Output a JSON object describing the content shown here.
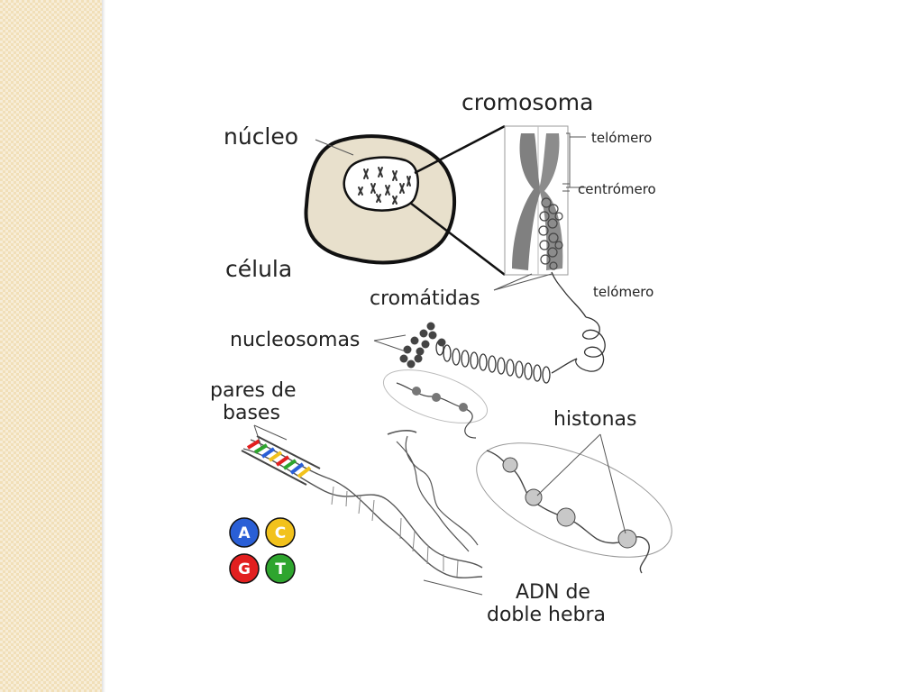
{
  "labels": {
    "nucleo": "núcleo",
    "celula": "célula",
    "cromosoma": "cromosoma",
    "telomero_top": "telómero",
    "centromero": "centrómero",
    "telomero_bottom": "telómero",
    "cromatidas": "cromátidas",
    "nucleosomas": "nucleosomas",
    "pares_de_bases_1": "pares de",
    "pares_de_bases_2": "bases",
    "histonas": "histonas",
    "adn_1": "ADN de",
    "adn_2": "doble hebra"
  },
  "bases": [
    {
      "letter": "A",
      "color": "#2a5fd6"
    },
    {
      "letter": "C",
      "color": "#f2c21c"
    },
    {
      "letter": "G",
      "color": "#e21f1f"
    },
    {
      "letter": "T",
      "color": "#2ea52e"
    }
  ],
  "colors": {
    "cell_fill": "#e8e0cc",
    "chromosome": "#808080",
    "side_strip": "#f1dfb8"
  }
}
